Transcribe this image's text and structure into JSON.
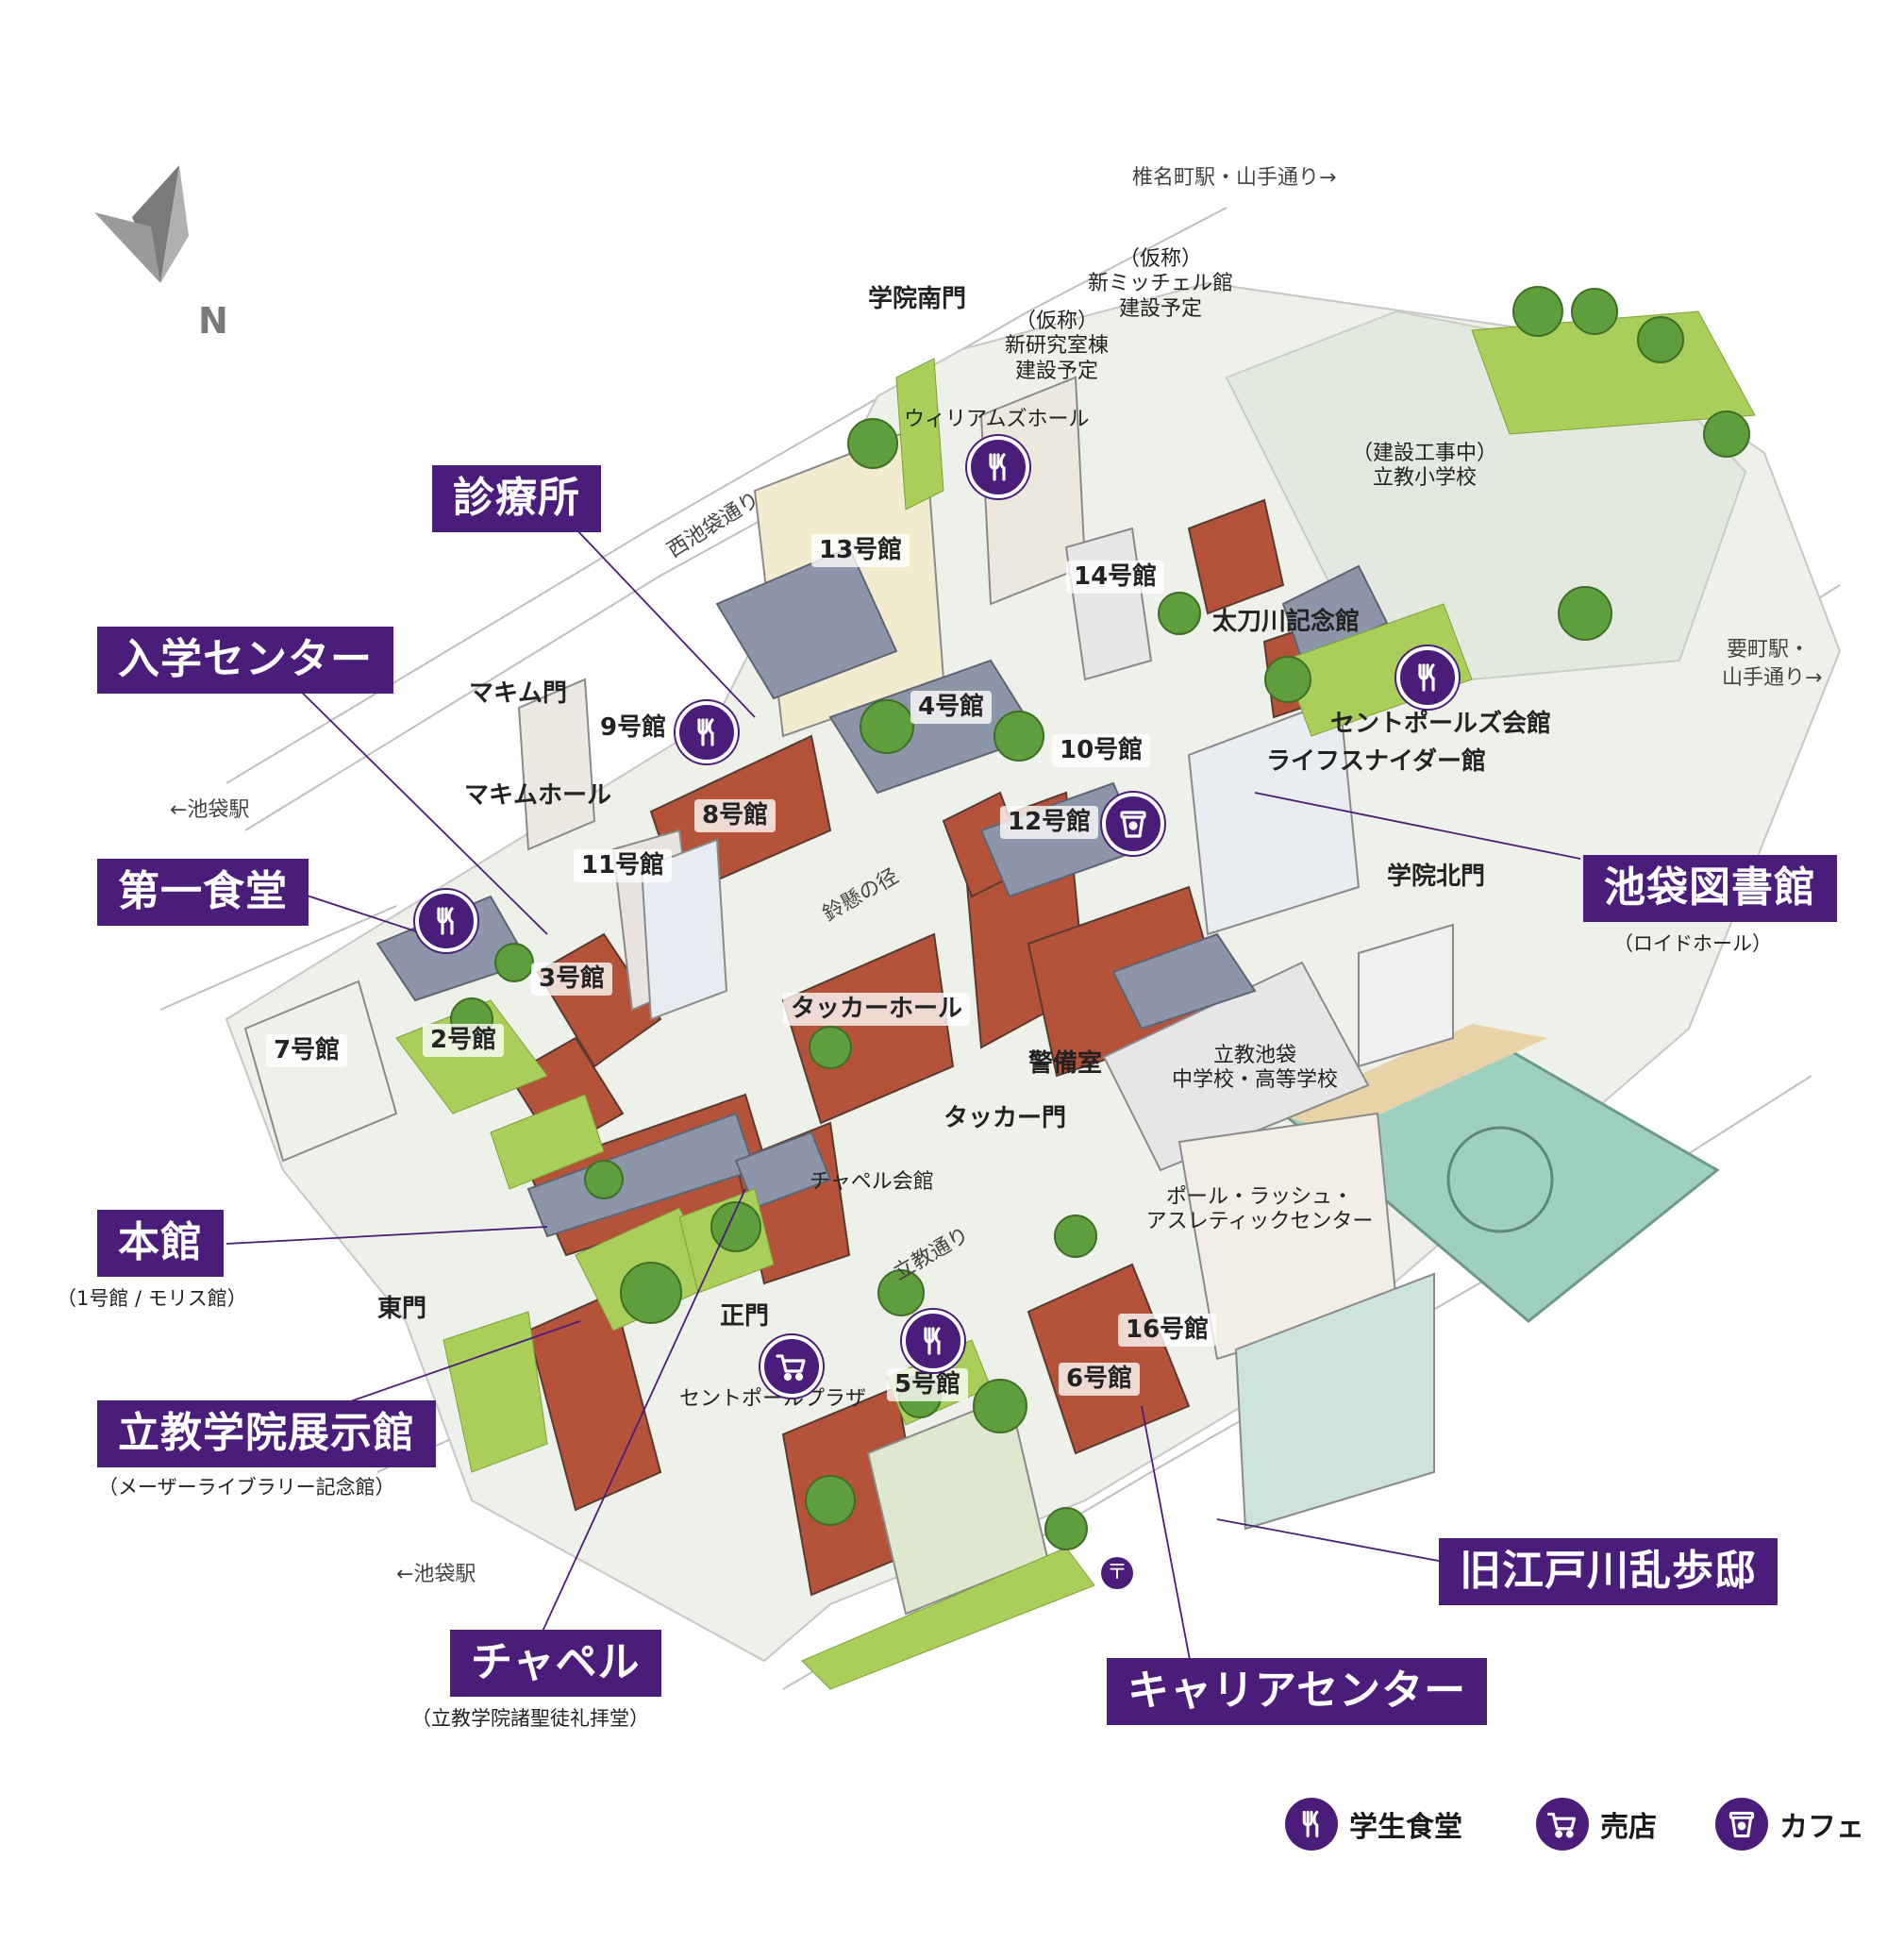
{
  "compass": {
    "label": "N"
  },
  "roads": {
    "shiinamachi": "椎名町駅・山手通り→",
    "kanamecho_line1": "要町駅・",
    "kanamecho_line2": "山手通り→",
    "ikebukuro_top": "←池袋駅",
    "ikebukuro_bottom": "←池袋駅",
    "nishi_ikebukuro": "西池袋通り",
    "suzukake": "鈴懸の径",
    "rikkyo_dori": "立教通り"
  },
  "plain_labels": {
    "gakuin_minami_mon": "学院南門",
    "shin_mitchell": [
      "（仮称）",
      "新ミッチェル館",
      "建設予定"
    ],
    "shin_kenkyu": [
      "（仮称）",
      "新研究室棟",
      "建設予定"
    ],
    "williams_hall": "ウィリアムズホール",
    "elementary": [
      "（建設工事中）",
      "立教小学校"
    ],
    "b13": "13号館",
    "b14": "14号館",
    "tachikawa": "太刀川記念館",
    "st_pauls_hall": "セントポールズ会館",
    "lifesnyder": "ライフスナイダー館",
    "makimu_mon": "マキム門",
    "b9": "9号館",
    "b4": "4号館",
    "b10": "10号館",
    "makimu_hall": "マキムホール",
    "b8": "8号館",
    "b12": "12号館",
    "b11": "11号館",
    "gakuin_kita_mon": "学院北門",
    "b3": "3号館",
    "tucker_hall": "タッカーホール",
    "b2": "2号館",
    "b7": "7号館",
    "keibishitsu": "警備室",
    "jhs": [
      "立教池袋",
      "中学校・高等学校"
    ],
    "tucker_mon": "タッカー門",
    "chapel_kaikan": "チャペル会館",
    "paul_rusch": [
      "ポール・ラッシュ・",
      "アスレティックセンター"
    ],
    "higashi_mon": "東門",
    "sei_mon": "正門",
    "b16": "16号館",
    "b5": "5号館",
    "b6": "6号館",
    "st_pauls_plaza": "セントポールプラザ"
  },
  "callouts": {
    "shinryojo": "診療所",
    "nyugaku": "入学センター",
    "daiichi_shokudo": "第一食堂",
    "honkan": "本館",
    "honkan_sub": "（1号館 / モリス館）",
    "tenjikan": "立教学院展示館",
    "tenjikan_sub": "（メーザーライブラリー記念館）",
    "chapel": "チャペル",
    "chapel_sub": "（立教学院諸聖徒礼拝堂）",
    "library": "池袋図書館",
    "library_sub": "（ロイドホール）",
    "rampo": "旧江戸川乱歩邸",
    "career": "キャリアセンター"
  },
  "legend": {
    "cafeteria": "学生食堂",
    "shop": "売店",
    "cafe": "カフェ"
  },
  "colors": {
    "accent": "#4b1d7a",
    "brick": "#b5523a",
    "roof": "#8d96a8",
    "lawn": "#a9cf5a",
    "tree": "#5f9e3c",
    "field": "#9fd0bf"
  }
}
